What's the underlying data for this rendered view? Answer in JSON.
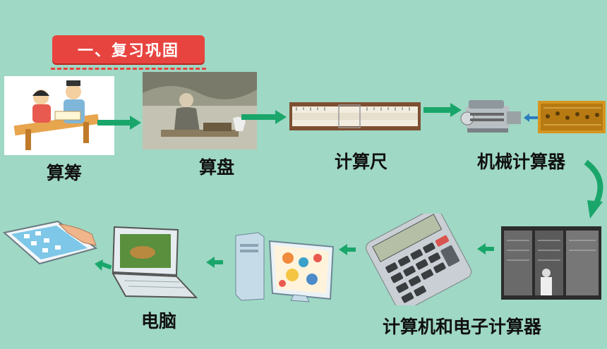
{
  "title": "一、复习巩固",
  "items": [
    {
      "label": "算筹"
    },
    {
      "label": "算盘"
    },
    {
      "label": "计算尺"
    },
    {
      "label": "机械计算器"
    },
    {
      "label": "计算机和电子计算器"
    },
    {
      "label": "电脑"
    }
  ],
  "colors": {
    "background": "#9fd8c4",
    "title_bg": "#e8443f",
    "arrow": "#1aa66b"
  }
}
